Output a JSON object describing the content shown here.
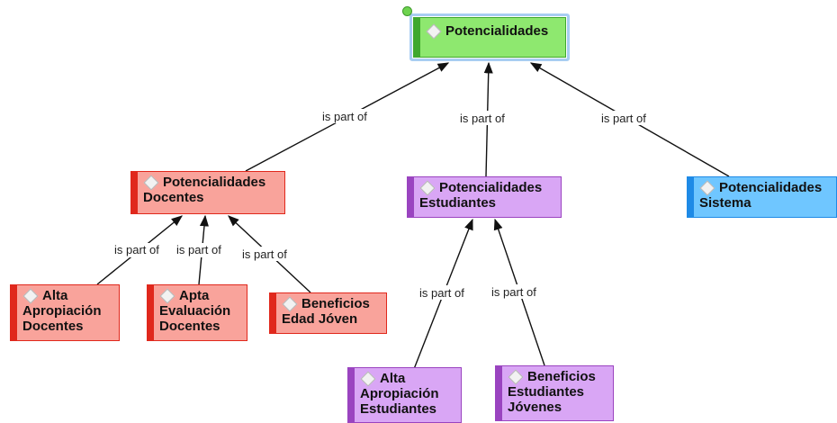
{
  "edge_label": "is part of",
  "nodes": {
    "root": {
      "label": "Potencialidades"
    },
    "docentes": {
      "label": "Potencialidades\nDocentes"
    },
    "estudiantes": {
      "label": "Potencialidades\nEstudiantes"
    },
    "sistema": {
      "label": "Potencialidades\nSistema"
    },
    "alta_docentes": {
      "label": "Alta\nApropiación\nDocentes"
    },
    "apta_docentes": {
      "label": "Apta\nEvaluación\nDocentes"
    },
    "beneficios_joven": {
      "label": "Beneficios\nEdad Jóven"
    },
    "alta_estudiantes": {
      "label": "Alta\nApropiación\nEstudiantes"
    },
    "beneficios_estudiantes": {
      "label": "Beneficios\nEstudiantes\nJóvenes"
    }
  },
  "edges": [
    {
      "from": "docentes",
      "to": "root"
    },
    {
      "from": "estudiantes",
      "to": "root"
    },
    {
      "from": "sistema",
      "to": "root"
    },
    {
      "from": "alta_docentes",
      "to": "docentes"
    },
    {
      "from": "apta_docentes",
      "to": "docentes"
    },
    {
      "from": "beneficios_joven",
      "to": "docentes"
    },
    {
      "from": "alta_estudiantes",
      "to": "estudiantes"
    },
    {
      "from": "beneficios_estudiantes",
      "to": "estudiantes"
    }
  ],
  "colors": {
    "red_fill": "#f9a39b",
    "red_border": "#e0281c",
    "purple_fill": "#d9a6f5",
    "purple_border": "#9a44c0",
    "blue_fill": "#6fc6ff",
    "blue_border": "#1e8ae6",
    "green_fill": "#8ee86f",
    "green_border": "#3fa82e"
  }
}
